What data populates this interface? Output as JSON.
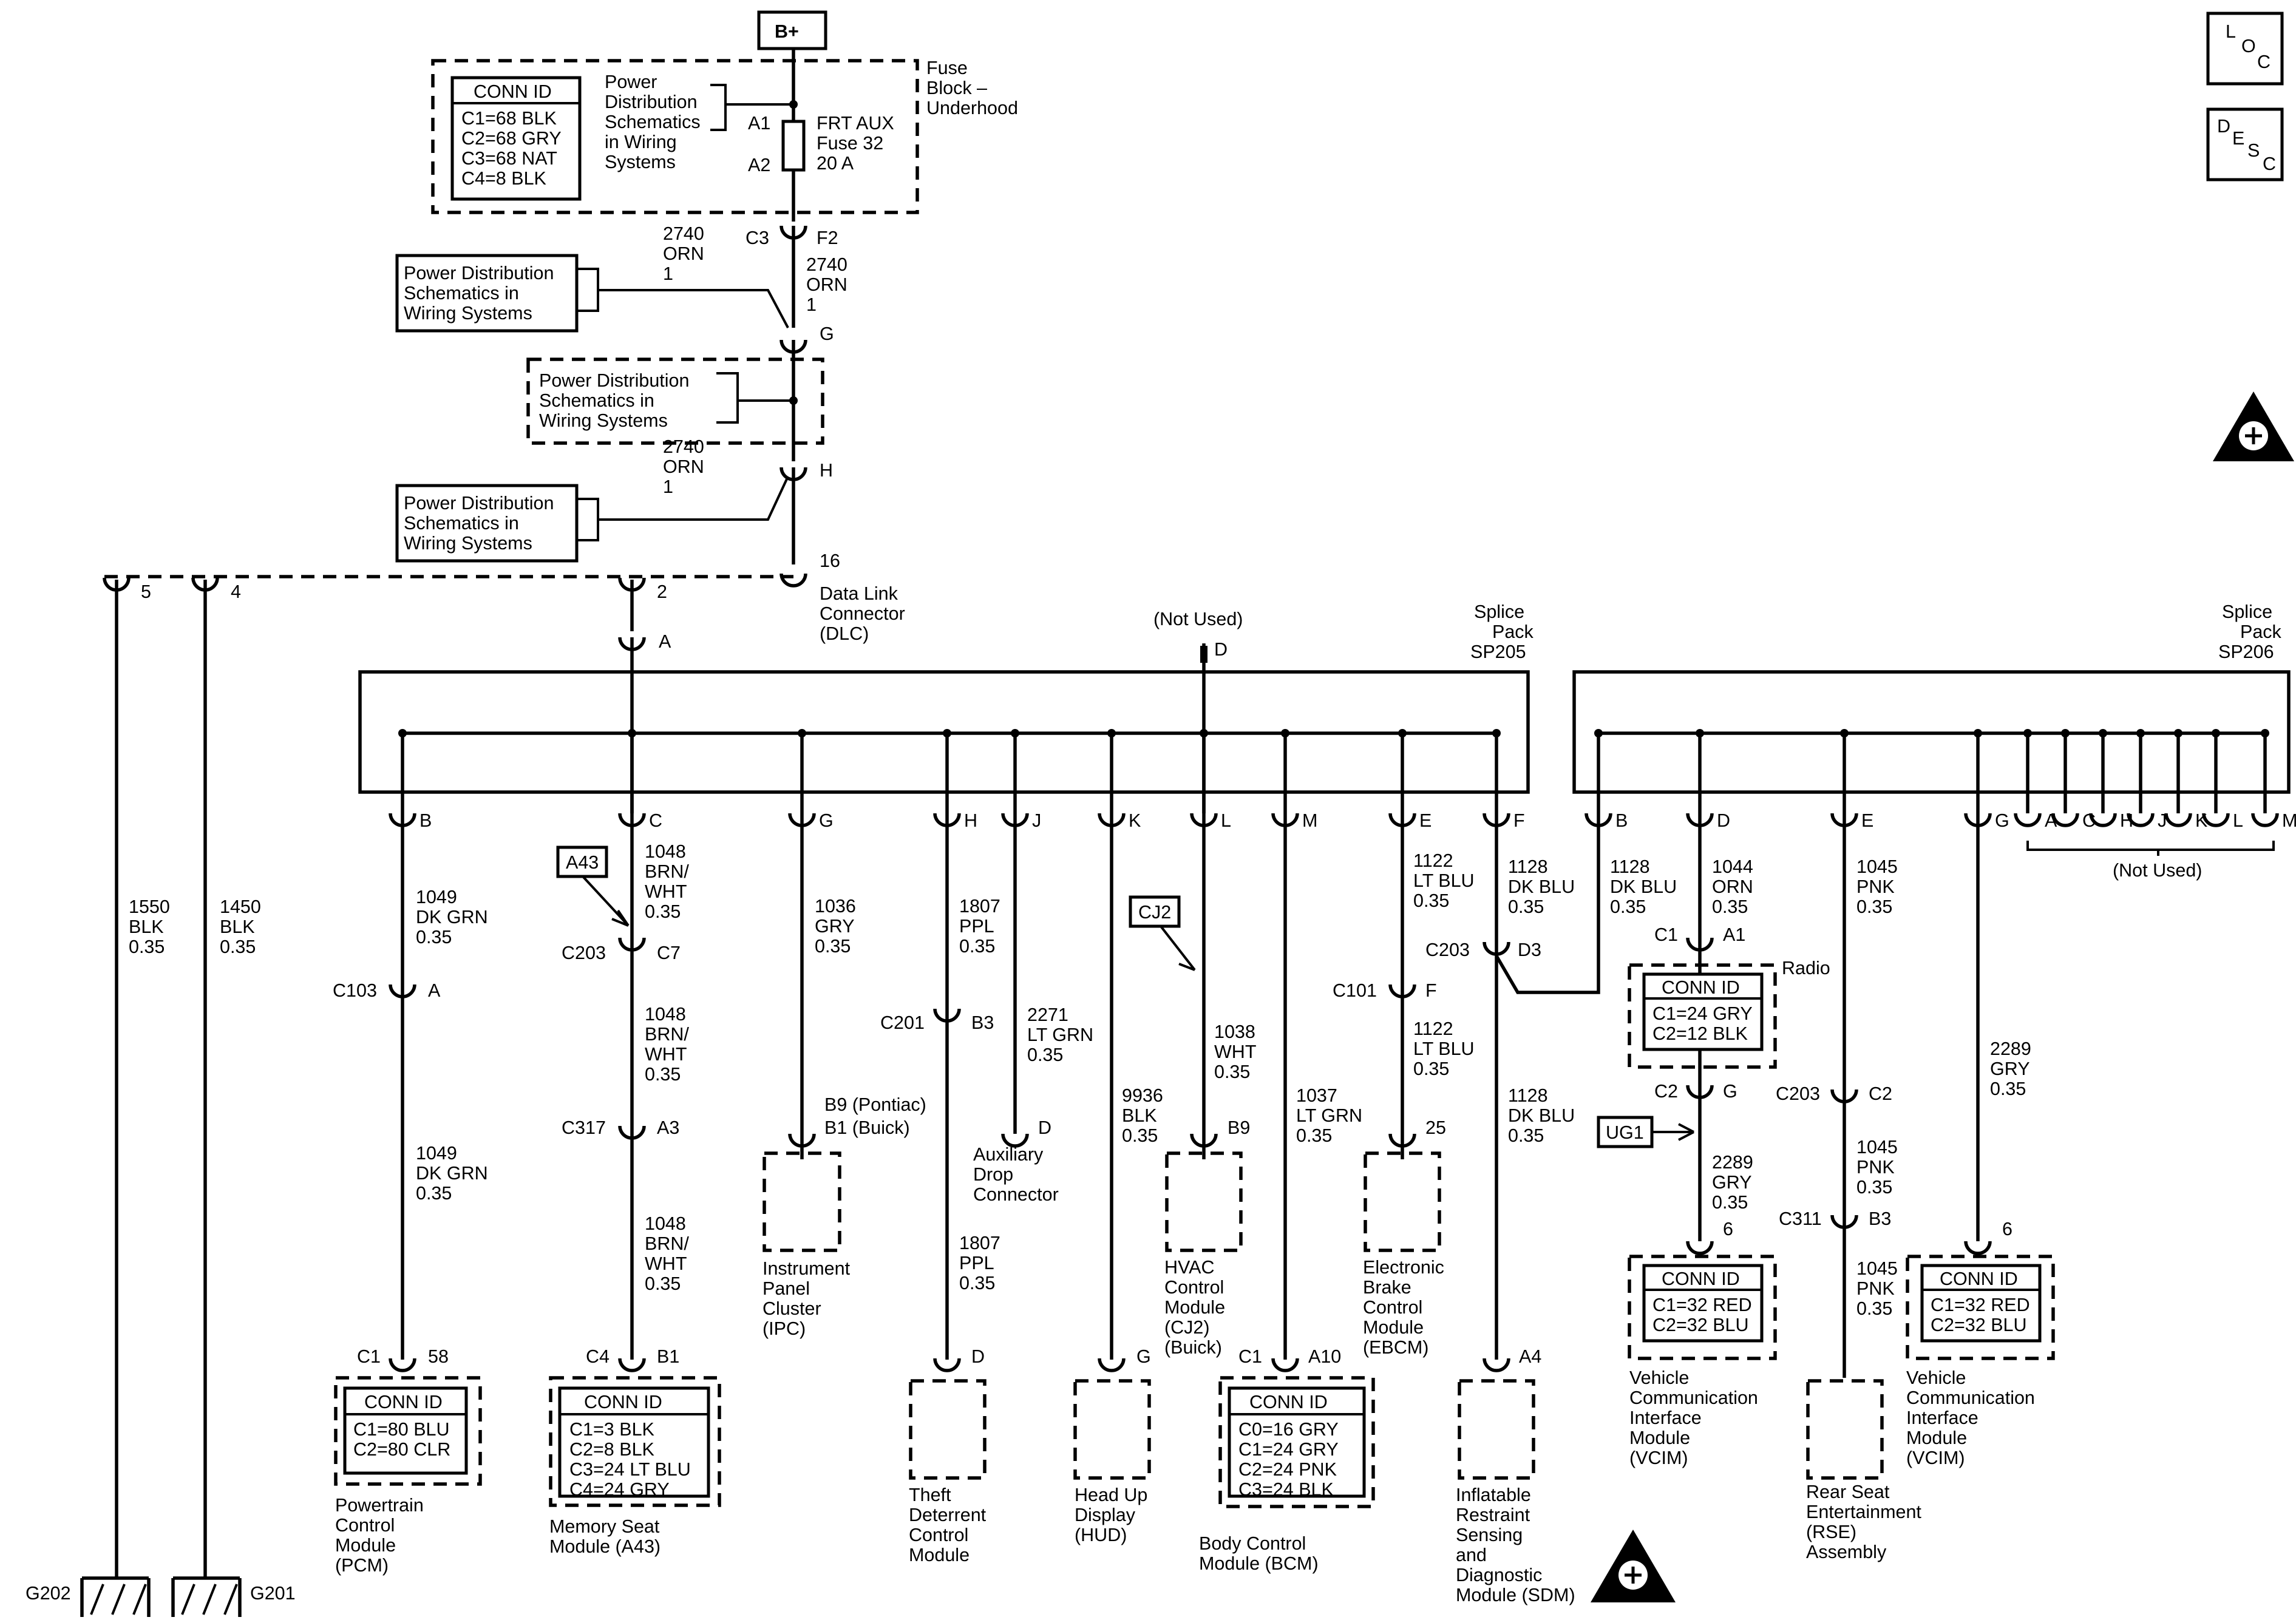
{
  "top": {
    "bplus": "B+"
  },
  "fuse_block": {
    "name": [
      "Fuse",
      "Block –",
      "Underhood"
    ],
    "conn_title": "CONN ID",
    "conn": [
      "C1=68 BLK",
      "C2=68 GRY",
      "C3=68 NAT",
      "C4=8 BLK"
    ],
    "pd_note": [
      "Power",
      "Distribution",
      "Schematics",
      "in Wiring",
      "Systems"
    ],
    "pins": [
      "A1",
      "A2"
    ],
    "fuse": [
      "FRT AUX",
      "Fuse 32",
      "20 A"
    ]
  },
  "c3": {
    "conn": "C3",
    "pin": "F2"
  },
  "wire_2740_left": [
    "2740",
    "ORN",
    "1"
  ],
  "wire_2740_right": [
    "2740",
    "ORN",
    "1"
  ],
  "pd_box": [
    "Power Distribution",
    "Schematics in",
    "Wiring Systems"
  ],
  "pins_misc": {
    "g": "G",
    "h": "H",
    "dlc16": "16",
    "dlc2": "2",
    "dlc4": "4",
    "dlc5": "5",
    "sp205_a": "A"
  },
  "wire_2740_h": [
    "2740",
    "ORN",
    "1"
  ],
  "dlc": [
    "Data Link",
    "Connector",
    "(DLC)"
  ],
  "not_used_top": "(Not Used)",
  "pin_d_top": "D",
  "sp205": [
    "Splice",
    "Pack",
    "SP205"
  ],
  "sp206": [
    "Splice",
    "Pack",
    "SP206"
  ],
  "sp205_pins": [
    "B",
    "C",
    "G",
    "H",
    "J",
    "K",
    "L",
    "M",
    "E",
    "F"
  ],
  "sp206_pins": [
    "B",
    "D",
    "E",
    "G",
    "A",
    "C",
    "H",
    "J",
    "K",
    "L",
    "M"
  ],
  "not_used_sp206": "(Not Used)",
  "grounds": {
    "w1550": [
      "1550",
      "BLK",
      "0.35"
    ],
    "w1450": [
      "1450",
      "BLK",
      "0.35"
    ],
    "g202": "G202",
    "g201": "G201"
  },
  "pcm": {
    "w1": [
      "1049",
      "DK GRN",
      "0.35"
    ],
    "c103": "C103",
    "c103_pin": "A",
    "w2": [
      "1049",
      "DK GRN",
      "0.35"
    ],
    "c1": "C1",
    "pin": "58",
    "conn_title": "CONN ID",
    "conn": [
      "C1=80 BLU",
      "C2=80 CLR"
    ],
    "name": [
      "Powertrain",
      "Control",
      "Module",
      "(PCM)"
    ]
  },
  "memory_seat": {
    "tag": "A43",
    "w1": [
      "1048",
      "BRN/",
      "WHT",
      "0.35"
    ],
    "c203": "C203",
    "c203_pin": "C7",
    "w2": [
      "1048",
      "BRN/",
      "WHT",
      "0.35"
    ],
    "c317": "C317",
    "c317_pin": "A3",
    "w3": [
      "1048",
      "BRN/",
      "WHT",
      "0.35"
    ],
    "c4": "C4",
    "pin": "B1",
    "conn_title": "CONN ID",
    "conn": [
      "C1=3 BLK",
      "C2=8 BLK",
      "C3=24 LT BLU",
      "C4=24 GRY"
    ],
    "name": [
      "Memory Seat",
      "Module (A43)"
    ]
  },
  "ipc": {
    "w": [
      "1036",
      "GRY",
      "0.35"
    ],
    "pins": [
      "B9 (Pontiac)",
      "B1 (Buick)"
    ],
    "name": [
      "Instrument",
      "Panel",
      "Cluster",
      "(IPC)"
    ]
  },
  "theft": {
    "w1": [
      "1807",
      "PPL",
      "0.35"
    ],
    "c201": "C201",
    "c201_pin": "B3",
    "w2": [
      "1807",
      "PPL",
      "0.35"
    ],
    "pin": "D",
    "name": [
      "Theft",
      "Deterrent",
      "Control",
      "Module"
    ]
  },
  "aux": {
    "w": [
      "2271",
      "LT GRN",
      "0.35"
    ],
    "pin": "D",
    "name": [
      "Auxiliary",
      "Drop",
      "Connector"
    ]
  },
  "hud": {
    "w": [
      "9936",
      "BLK",
      "0.35"
    ],
    "pin": "G",
    "name": [
      "Head Up",
      "Display",
      "(HUD)"
    ]
  },
  "hvac": {
    "tag": "CJ2",
    "w": [
      "1038",
      "WHT",
      "0.35"
    ],
    "pin": "B9",
    "name": [
      "HVAC",
      "Control",
      "Module",
      "(CJ2)",
      "(Buick)"
    ]
  },
  "bcm": {
    "w": [
      "1037",
      "LT GRN",
      "0.35"
    ],
    "c1": "C1",
    "pin": "A10",
    "conn_title": "CONN ID",
    "conn": [
      "C0=16 GRY",
      "C1=24 GRY",
      "C2=24 PNK",
      "C3=24 BLK"
    ],
    "name": [
      "Body Control",
      "Module (BCM)"
    ]
  },
  "ebcm": {
    "w1": [
      "1122",
      "LT BLU",
      "0.35"
    ],
    "c101": "C101",
    "c101_pin": "F",
    "w2": [
      "1122",
      "LT BLU",
      "0.35"
    ],
    "pin": "25",
    "name": [
      "Electronic",
      "Brake",
      "Control",
      "Module",
      "(EBCM)"
    ]
  },
  "sdm": {
    "w1": [
      "1128",
      "DK BLU",
      "0.35"
    ],
    "c203": "C203",
    "c203_pin": "D3",
    "w2": [
      "1128",
      "DK BLU",
      "0.35"
    ],
    "pin": "A4",
    "name": [
      "Inflatable",
      "Restraint",
      "Sensing",
      "and",
      "Diagnostic",
      "Module (SDM)"
    ]
  },
  "sp206_b": {
    "w": [
      "1128",
      "DK BLU",
      "0.35"
    ]
  },
  "radio": {
    "w1": [
      "1044",
      "ORN",
      "0.35"
    ],
    "c1": "C1",
    "c1_pin": "A1",
    "name": "Radio",
    "conn_title": "CONN ID",
    "conn": [
      "C1=24 GRY",
      "C2=12 BLK"
    ],
    "c2": "C2",
    "c2_pin": "G",
    "tag": "UG1",
    "w2": [
      "2289",
      "GRY",
      "0.35"
    ],
    "pin6": "6"
  },
  "vcim1": {
    "conn_title": "CONN ID",
    "conn": [
      "C1=32 RED",
      "C2=32 BLU"
    ],
    "name": [
      "Vehicle",
      "Communication",
      "Interface",
      "Module",
      "(VCIM)"
    ]
  },
  "rse": {
    "w1": [
      "1045",
      "PNK",
      "0.35"
    ],
    "c203": "C203",
    "c203_pin": "C2",
    "w2": [
      "1045",
      "PNK",
      "0.35"
    ],
    "c311": "C311",
    "c311_pin": "B3",
    "w3": [
      "1045",
      "PNK",
      "0.35"
    ],
    "name": [
      "Rear Seat",
      "Entertainment",
      "(RSE)",
      "Assembly"
    ]
  },
  "vcim2": {
    "w": [
      "2289",
      "GRY",
      "0.35"
    ],
    "pin": "6",
    "conn_title": "CONN ID",
    "conn": [
      "C1=32 RED",
      "C2=32 BLU"
    ],
    "name": [
      "Vehicle",
      "Communication",
      "Interface",
      "Module",
      "(VCIM)"
    ]
  },
  "corner": {
    "loc": [
      "L",
      "O",
      "C"
    ],
    "desc": [
      "D",
      "E",
      "S",
      "C"
    ]
  }
}
